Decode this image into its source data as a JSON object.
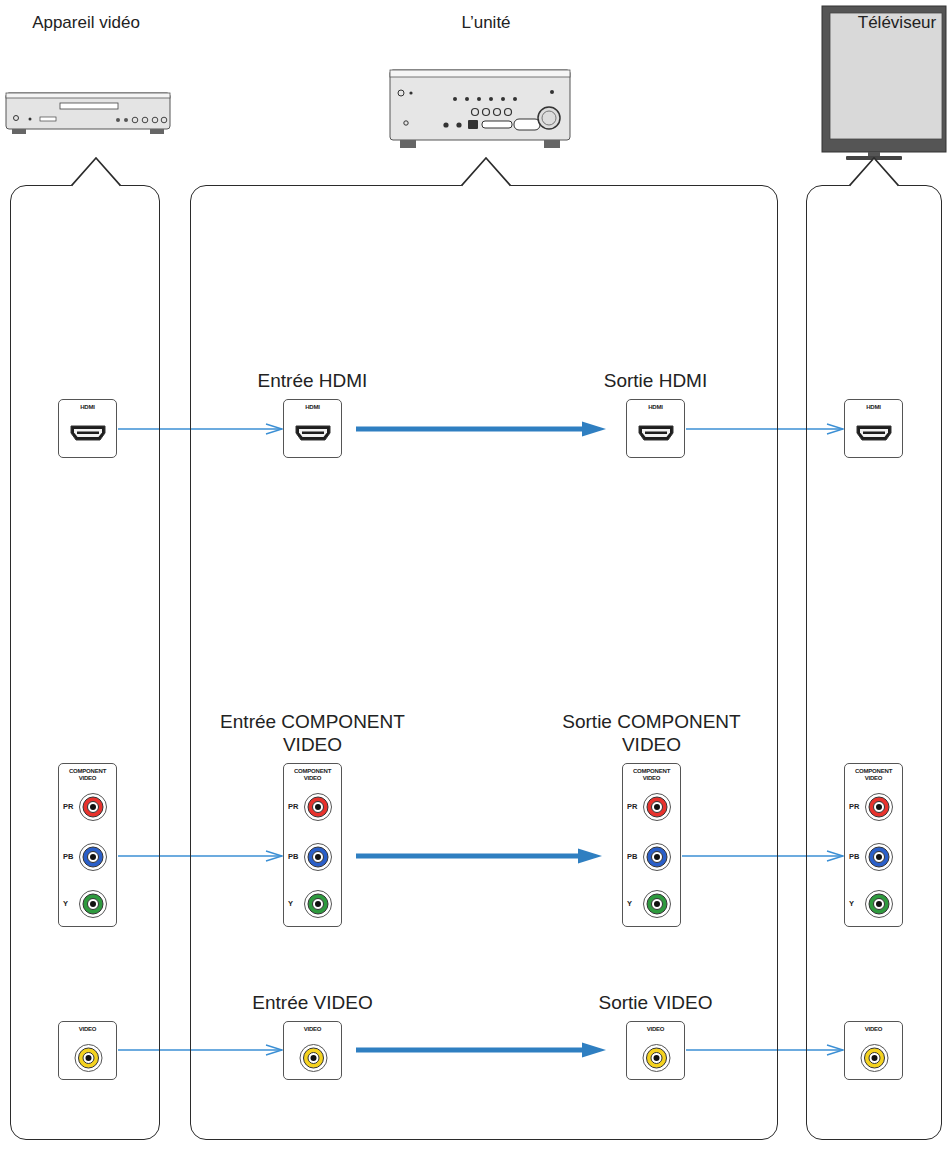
{
  "diagram": {
    "nodes": [
      {
        "text": [
          "Appareil vidéo"
        ]
      },
      {
        "text": [
          "L’unité"
        ]
      },
      {
        "text": [
          "Téléviseur"
        ]
      },
      {
        "text": [
          "HDMI"
        ],
        "in": 0
      },
      {
        "text": [
          "Entrée HDMI",
          "HDMI"
        ],
        "in": 1
      },
      {
        "text": [
          "Sortie HDMI",
          "HDMI"
        ],
        "in": 1
      },
      {
        "text": [
          "HDMI"
        ],
        "in": 2
      },
      {
        "text": [
          "COMPONENT VIDEO",
          "PR",
          "PB",
          "Y"
        ],
        "in": 0
      },
      {
        "text": [
          "Entrée COMPONENT VIDEO",
          "COMPONENT VIDEO",
          "PR",
          "PB",
          "Y"
        ],
        "in": 1
      },
      {
        "text": [
          "Sortie COMPONENT VIDEO",
          "COMPONENT VIDEO",
          "PR",
          "PB",
          "Y"
        ],
        "in": 1
      },
      {
        "text": [
          "COMPONENT VIDEO",
          "PR",
          "PB",
          "Y"
        ],
        "in": 2
      },
      {
        "text": [
          "VIDEO"
        ],
        "in": 0
      },
      {
        "text": [
          "Entrée VIDEO",
          "VIDEO"
        ],
        "in": 1
      },
      {
        "text": [
          "Sortie VIDEO",
          "VIDEO"
        ],
        "in": 1
      },
      {
        "text": [
          "VIDEO"
        ],
        "in": 2
      }
    ],
    "edges": [
      {
        "from": 3,
        "to": 4,
        "arrow": "to"
      },
      {
        "from": 4,
        "to": 5,
        "arrow": "to"
      },
      {
        "from": 5,
        "to": 6,
        "arrow": "to"
      },
      {
        "from": 7,
        "to": 8,
        "arrow": "to"
      },
      {
        "from": 8,
        "to": 9,
        "arrow": "to"
      },
      {
        "from": 9,
        "to": 10,
        "arrow": "to"
      },
      {
        "from": 11,
        "to": 12,
        "arrow": "to"
      },
      {
        "from": 12,
        "to": 13,
        "arrow": "to"
      },
      {
        "from": 13,
        "to": 14,
        "arrow": "to"
      }
    ]
  }
}
